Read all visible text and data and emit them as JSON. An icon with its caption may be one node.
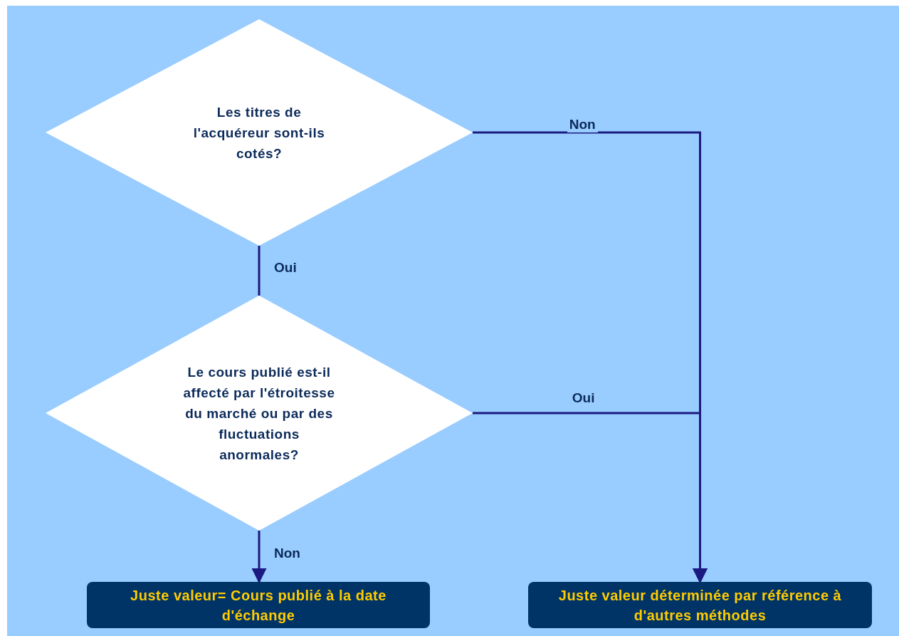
{
  "diagram": {
    "nodes": [
      {
        "text": [
          "Les titres de l'acquéreur sont-ils cotés?"
        ]
      },
      {
        "text": [
          "Le cours publié est-il affecté par l'étroitesse du marché ou par des fluctuations anormales?"
        ]
      },
      {
        "text": [
          "Juste valeur= Cours publié à la date d'échange"
        ]
      },
      {
        "text": [
          "Juste valeur déterminée par référence à d'autres méthodes"
        ]
      }
    ],
    "edges": [
      {
        "from": 0,
        "to": 1,
        "arrow": "none",
        "label": "Oui"
      },
      {
        "from": 0,
        "to": 3,
        "arrow": "to",
        "label": "Non"
      },
      {
        "from": 1,
        "to": 3,
        "arrow": "to",
        "label": "Oui"
      },
      {
        "from": 1,
        "to": 2,
        "arrow": "to",
        "label": "Non"
      }
    ]
  }
}
